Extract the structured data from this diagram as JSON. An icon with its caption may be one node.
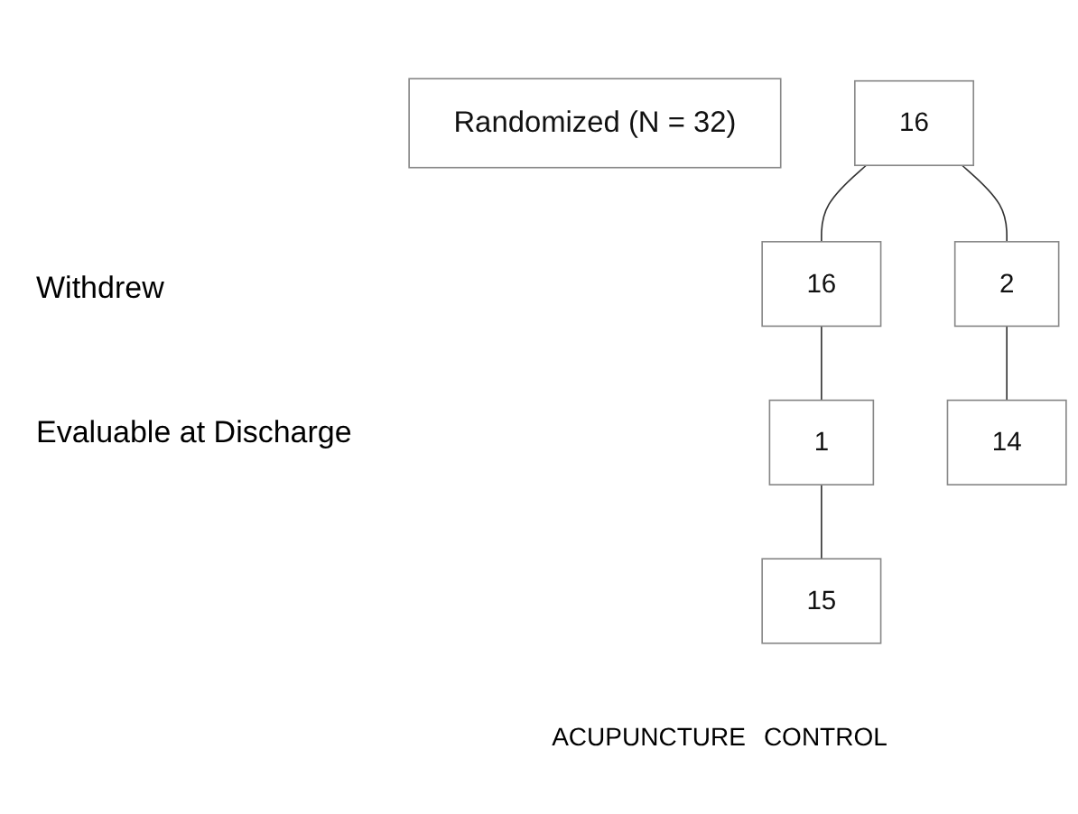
{
  "diagram": {
    "nodes": [
      {
        "text": [
          "Randomized (N = 32)"
        ]
      },
      {
        "text": [
          "16"
        ]
      },
      {
        "text": [
          "16"
        ]
      },
      {
        "text": [
          "2"
        ]
      },
      {
        "text": [
          "1"
        ]
      },
      {
        "text": [
          "14"
        ]
      },
      {
        "text": [
          "15"
        ]
      }
    ],
    "edges": [
      {
        "from": 1,
        "to": 2,
        "arrow": "none"
      },
      {
        "from": 1,
        "to": 3,
        "arrow": "none"
      },
      {
        "from": 3,
        "to": 5,
        "arrow": "none"
      },
      {
        "from": 2,
        "to": 4,
        "arrow": "none"
      },
      {
        "from": 4,
        "to": 6,
        "arrow": "none"
      }
    ],
    "labels": [
      "Withdrew",
      "Evaluable at Discharge",
      "ACUPUNCTURE",
      "CONTROL"
    ]
  }
}
